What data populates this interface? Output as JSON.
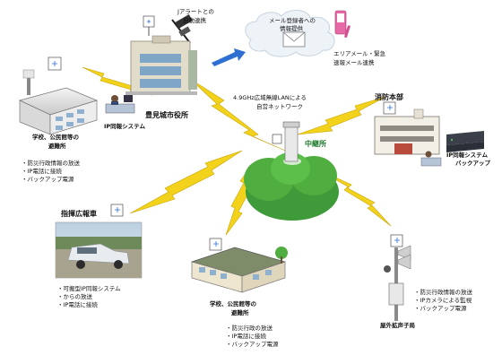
{
  "nodes": {
    "j_alert": {
      "label_line1": "Jアラートとの",
      "label_line2": "自動連携"
    },
    "mail": {
      "label_line1": "メール登録者への",
      "label_line2": "情報提供"
    },
    "area_mail": {
      "label_line1": "エリアメール・緊急",
      "label_line2": "速報メール連携"
    },
    "network": {
      "label_line1": "4.9GHz広域無線LANによる",
      "label_line2": "自営ネットワーク"
    },
    "city_hall": {
      "name": "豊見城市役所",
      "system": "IP同報システム"
    },
    "fire_hq": {
      "name": "消防本部",
      "system_line1": "IP同報システム",
      "system_line2": "バックアップ"
    },
    "relay": {
      "name": "中継所"
    },
    "shelter_left": {
      "title_line1": "学校、公民館等の",
      "title_line2": "避難所",
      "bullets": [
        "防災行政情報の放送",
        "IP電話に接続",
        "バックアップ電源"
      ]
    },
    "command_vehicle": {
      "title": "指揮広報車",
      "bullets": [
        "可搬型IP同報システム",
        "からの放送",
        "IP電話に接続"
      ]
    },
    "shelter_bottom": {
      "title_line1": "学校、公民館等の",
      "title_line2": "避難所",
      "bullets": [
        "防災行政の放送",
        "IP電話に接続",
        "バックアップ電源"
      ]
    },
    "outdoor_speaker": {
      "title": "屋外拡声子局",
      "bullets": [
        "防災行政情報の放送",
        "IPカメラによる監視",
        "バックアップ電源"
      ]
    }
  },
  "colors": {
    "lightning": "#f2d21a",
    "lightning_edge": "#caa406",
    "hill": "#3f9a3a",
    "tree": "#4fae3f",
    "cloud": "#eef3f8",
    "arrow": "#2f6fd1",
    "label_blue": "#1a3f9b",
    "label_green": "#1d7a2b"
  }
}
